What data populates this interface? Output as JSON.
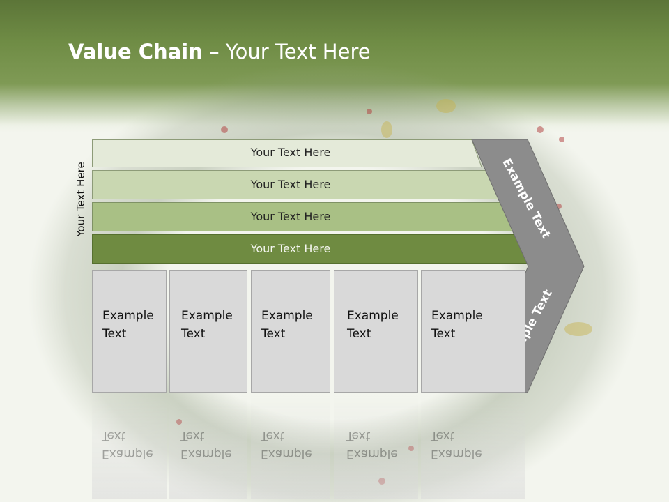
{
  "title": {
    "bold": "Value Chain",
    "rest": " – Your Text Here"
  },
  "vertical_label": "Your Text Here",
  "rows": [
    {
      "label": "Your Text Here",
      "color": "#e4ead9"
    },
    {
      "label": "Your Text Here",
      "color": "#c9d7b1"
    },
    {
      "label": "Your Text Here",
      "color": "#a9c085"
    },
    {
      "label": "Your Text Here",
      "color": "#6f8b41"
    }
  ],
  "boxes": [
    {
      "line1": "Example",
      "line2": "Text"
    },
    {
      "line1": "Example",
      "line2": "Text"
    },
    {
      "line1": "Example",
      "line2": "Text"
    },
    {
      "line1": "Example",
      "line2": "Text"
    },
    {
      "line1": "Example",
      "line2": "Text"
    }
  ],
  "chevron": {
    "upper_text": "Example Text",
    "lower_text": "Example Text",
    "color": "#8c8c8c"
  },
  "colors": {
    "header": "#6f8c45",
    "box": "#d9d9d9"
  }
}
